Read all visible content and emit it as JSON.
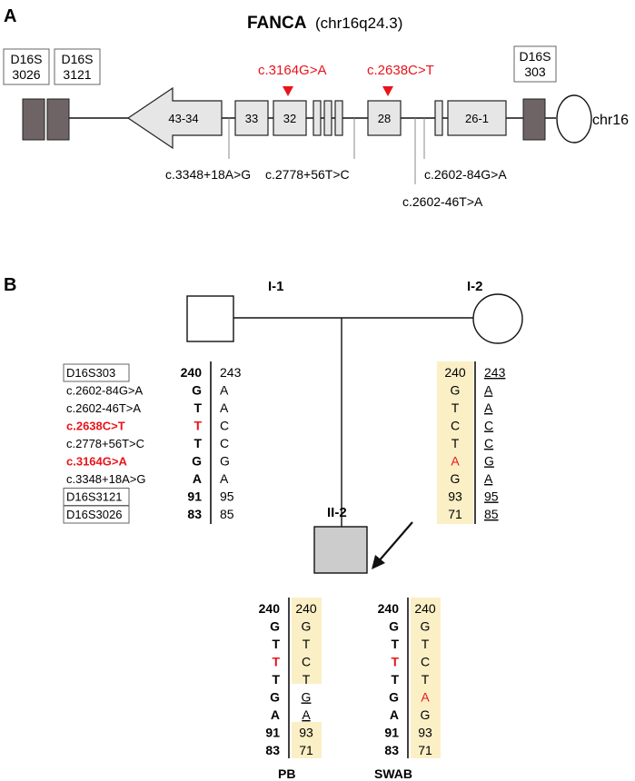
{
  "panel_a": {
    "panel_label": "A",
    "gene": "FANCA",
    "locus": "(chr16q24.3)",
    "chrom_label": "chr16",
    "markers": [
      {
        "line1": "D16S",
        "line2": "3026"
      },
      {
        "line1": "D16S",
        "line2": "3121"
      },
      {
        "line1": "D16S",
        "line2": "303"
      }
    ],
    "exons": {
      "arrow": "43-34",
      "e33": "33",
      "e32": "32",
      "e28": "28",
      "e26_1": "26-1"
    },
    "pathogenic": [
      "c.3164G>A",
      "c.2638C>T"
    ],
    "variants": [
      "c.3348+18A>G",
      "c.2778+56T>C",
      "c.2602-84G>A",
      "c.2602-46T>A"
    ]
  },
  "panel_b": {
    "panel_label": "B",
    "father_label": "I-1",
    "mother_label": "I-2",
    "proband_label": "II-2",
    "sample_labels": [
      "PB",
      "SWAB"
    ],
    "marker_labels": [
      "D16S303",
      "c.2602-84G>A",
      "c.2602-46T>A",
      "c.2638C>T",
      "c.2778+56T>C",
      "c.3164G>A",
      "c.3348+18A>G",
      "D16S3121",
      "D16S3026"
    ],
    "father_left": [
      "240",
      "G",
      "T",
      "T",
      "T",
      "G",
      "A",
      "91",
      "83"
    ],
    "father_right": [
      "243",
      "A",
      "A",
      "C",
      "C",
      "G",
      "A",
      "95",
      "85"
    ],
    "mother_left": [
      "240",
      "G",
      "T",
      "C",
      "T",
      "A",
      "G",
      "93",
      "71"
    ],
    "mother_right": [
      "243",
      "A",
      "A",
      "C",
      "C",
      "G",
      "A",
      "95",
      "85"
    ],
    "pb_left": [
      "240",
      "G",
      "T",
      "T",
      "T",
      "G",
      "A",
      "91",
      "83"
    ],
    "pb_right": [
      "240",
      "G",
      "T",
      "C",
      "T",
      "G",
      "A",
      "93",
      "71"
    ],
    "swab_left": [
      "240",
      "G",
      "T",
      "T",
      "T",
      "G",
      "A",
      "91",
      "83"
    ],
    "swab_right": [
      "240",
      "G",
      "T",
      "C",
      "T",
      "A",
      "G",
      "93",
      "71"
    ]
  },
  "colors": {
    "highlight": "#fbefc6",
    "accent": "#e8141b",
    "marker_fill": "#6e6466",
    "exon_fill": "#e6e6e6",
    "proband_fill": "#cccccc"
  }
}
